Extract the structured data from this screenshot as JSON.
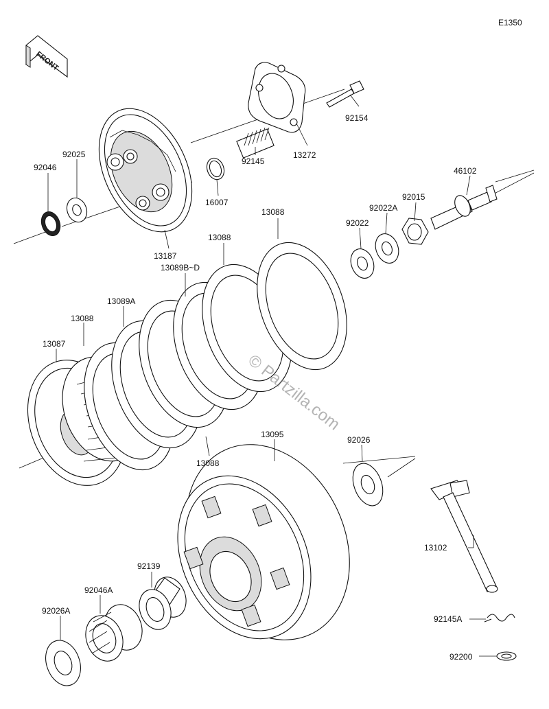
{
  "diagram_code": "E1350",
  "front_label": "FRONT",
  "watermark": "© Partzilla.com",
  "parts": [
    {
      "id": "p13088a",
      "label": "13088"
    },
    {
      "id": "p13088b",
      "label": "13088"
    },
    {
      "id": "p13088c",
      "label": "13088"
    },
    {
      "id": "p13088d",
      "label": "13088"
    },
    {
      "id": "p13089bd",
      "label": "13089B~D"
    },
    {
      "id": "p13089a",
      "label": "13089A"
    },
    {
      "id": "p13087",
      "label": "13087"
    },
    {
      "id": "p13095",
      "label": "13095"
    },
    {
      "id": "p92026",
      "label": "92026"
    },
    {
      "id": "p13102",
      "label": "13102"
    },
    {
      "id": "p92145a",
      "label": "92145A"
    },
    {
      "id": "p92200",
      "label": "92200"
    },
    {
      "id": "p92139",
      "label": "92139"
    },
    {
      "id": "p92046a",
      "label": "92046A"
    },
    {
      "id": "p92026a",
      "label": "92026A"
    },
    {
      "id": "p92154",
      "label": "92154"
    },
    {
      "id": "p13272",
      "label": "13272"
    },
    {
      "id": "p92145",
      "label": "92145"
    },
    {
      "id": "p16007",
      "label": "16007"
    },
    {
      "id": "p92025",
      "label": "92025"
    },
    {
      "id": "p92046",
      "label": "92046"
    },
    {
      "id": "p13187",
      "label": "13187"
    },
    {
      "id": "p46102",
      "label": "46102"
    },
    {
      "id": "p92015",
      "label": "92015"
    },
    {
      "id": "p92022a",
      "label": "92022A"
    },
    {
      "id": "p92022",
      "label": "92022"
    }
  ]
}
